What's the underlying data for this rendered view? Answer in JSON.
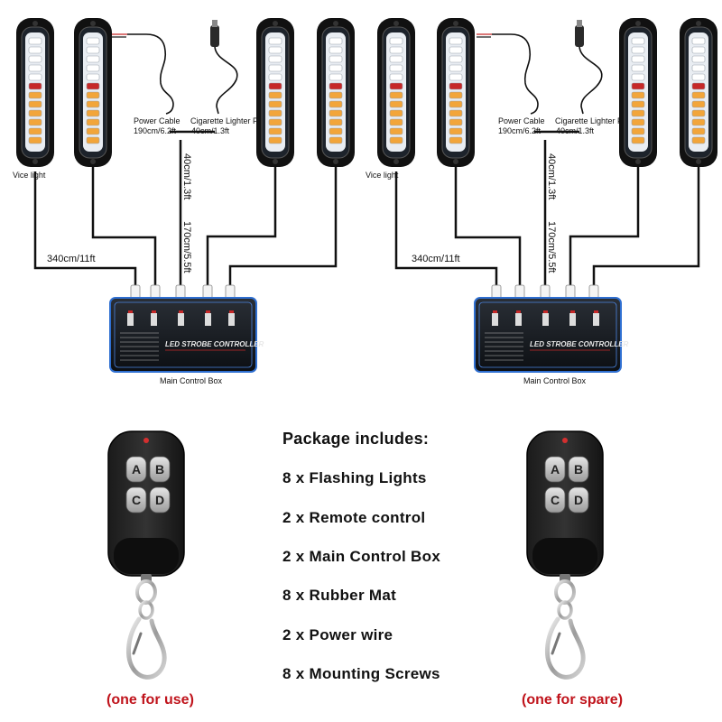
{
  "diagram": {
    "labels": {
      "vice_light": "Vice light",
      "power_cable": "Power Cable",
      "power_cable_len": "190cm/6.2ft",
      "lighter_plug": "Cigarette Lighter Plug",
      "lighter_plug_len": "40cm/1.3ft",
      "vertical_40": "40cm/1.3ft",
      "vertical_170": "170cm/5.5ft",
      "length_340": "340cm/11ft",
      "box_caption": "Main Control Box",
      "box_title": "LED STROBE CONTROLLER"
    }
  },
  "package": {
    "title": "Package includes:",
    "items": [
      "8 x Flashing Lights",
      "2 x Remote control",
      "2 x Main Control Box",
      "8 x Rubber Mat",
      "2 x Power wire",
      "8 x Mounting Screws"
    ]
  },
  "remotes": {
    "buttons": [
      "A",
      "B",
      "C",
      "D"
    ],
    "left_caption": "(one for use)",
    "right_caption": "(one for spare)"
  },
  "colors": {
    "led_white": "#ffffff",
    "led_amber": "#f2a53a",
    "led_red": "#c62828",
    "box_border": "#2f6fd1",
    "caption_red": "#c0141c"
  }
}
